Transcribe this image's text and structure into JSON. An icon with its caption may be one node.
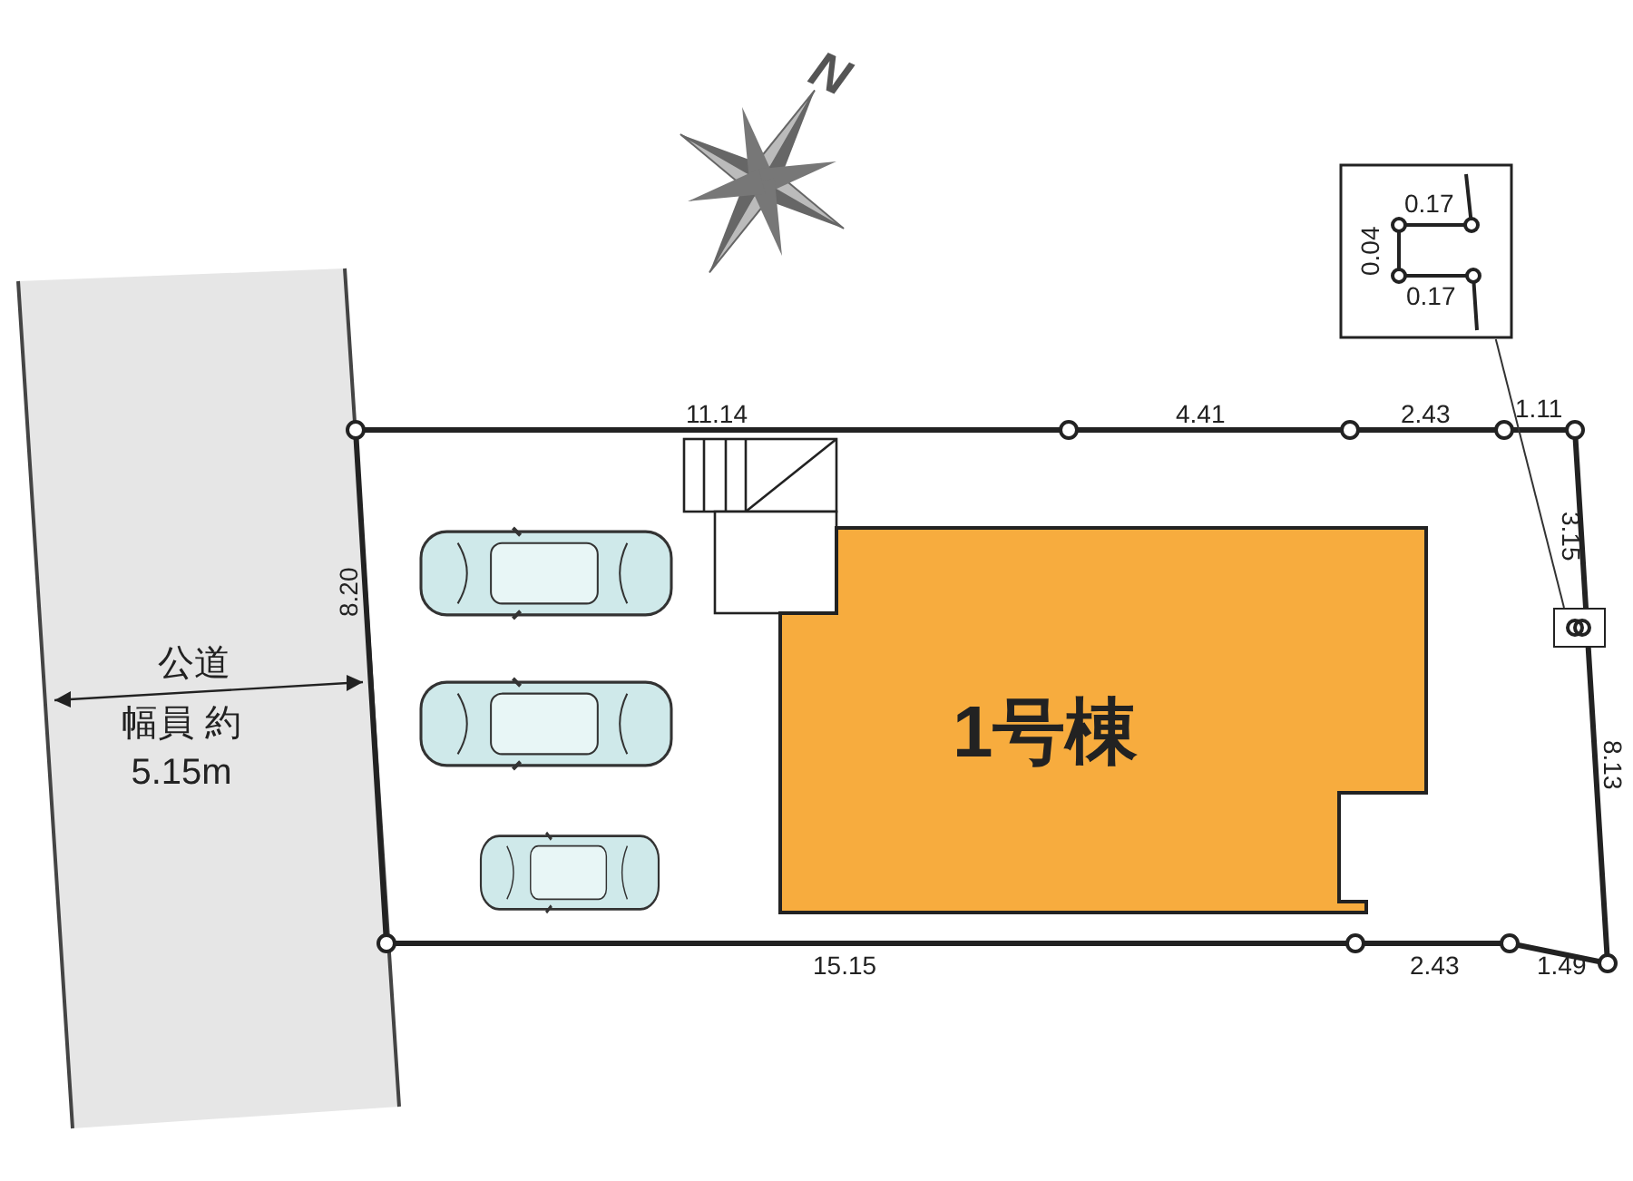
{
  "diagram": {
    "nodes": [
      {
        "text": [
          "公道",
          "幅員 約5.15m"
        ]
      },
      {
        "text": [
          "1号棟"
        ]
      },
      {
        "text": [
          "0.17",
          "0.04",
          "0.17"
        ]
      },
      {
        "text": [],
        "shape": "box"
      }
    ],
    "edges": [
      {
        "from": 2,
        "to": 3,
        "arrow": "none"
      }
    ],
    "labels": [
      "N",
      "11.14",
      "4.41",
      "2.43",
      "1.11",
      "3.15",
      "8.20",
      "8.13",
      "15.15",
      "2.43",
      "1.49"
    ]
  }
}
